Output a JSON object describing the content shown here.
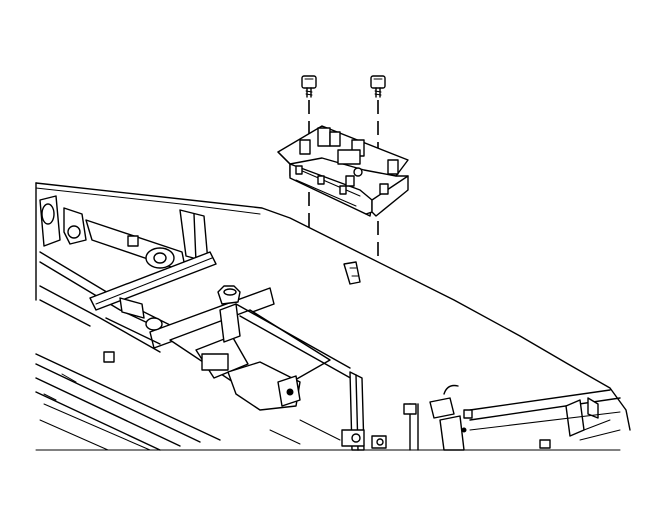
{
  "diagram": {
    "colors": {
      "line": "#000000",
      "background": "#ffffff"
    },
    "parts": {
      "screws": [
        "screw-left",
        "screw-right"
      ],
      "bracket": "connector-bracket",
      "chassis": "lower-chassis-assembly"
    }
  }
}
